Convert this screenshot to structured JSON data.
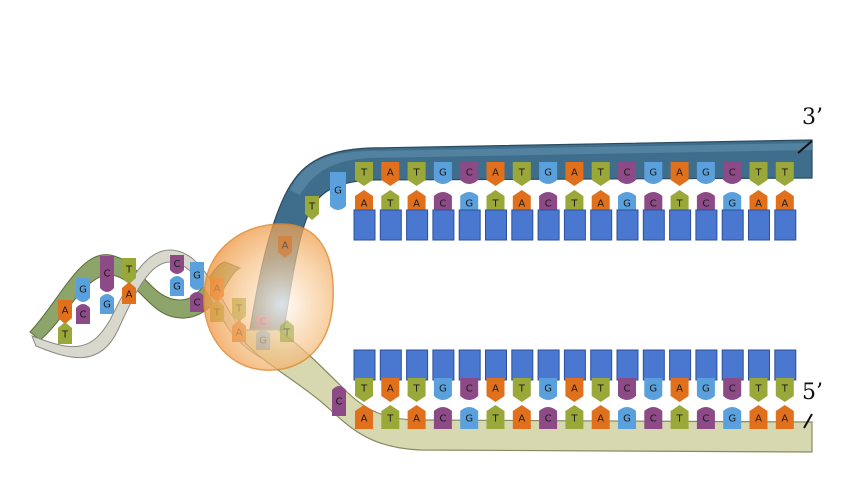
{
  "labels": {
    "three_prime": "3’",
    "five_prime": "5’"
  },
  "colors": {
    "backbone_top": "#3f6e8c",
    "backbone_bottom": "#d8d8b0",
    "backbone_green": "#8da46a",
    "backbone_grey": "#d0d0cc",
    "enzyme": "#f0a050",
    "new_strand": "#4a78d0",
    "A": "#e0701c",
    "T": "#9aa83a",
    "G": "#5aa0dc",
    "C": "#8c4a86"
  },
  "strands": {
    "top_template": [
      "T",
      "A",
      "T",
      "G",
      "C",
      "A",
      "T",
      "G",
      "A",
      "T",
      "C",
      "G",
      "A",
      "G",
      "C",
      "T",
      "T"
    ],
    "top_paired": [
      "A",
      "T",
      "A",
      "C",
      "G",
      "T",
      "A",
      "C",
      "T",
      "A",
      "G",
      "C",
      "T",
      "C",
      "G",
      "A",
      "A"
    ],
    "bottom_new": [
      "T",
      "A",
      "T",
      "G",
      "C",
      "A",
      "T",
      "G",
      "A",
      "T",
      "C",
      "G",
      "A",
      "G",
      "C",
      "T",
      "T"
    ],
    "bottom_template": [
      "A",
      "T",
      "A",
      "C",
      "G",
      "T",
      "A",
      "C",
      "T",
      "A",
      "G",
      "C",
      "T",
      "C",
      "G",
      "A",
      "A"
    ]
  },
  "fork_bases": {
    "top_unpaired": [
      "G",
      "T"
    ],
    "bottom_unpaired": [
      "C"
    ]
  },
  "helix_pairs": [
    {
      "top": "A",
      "bottom": "T"
    },
    {
      "top": "G",
      "bottom": "C"
    },
    {
      "top": "C",
      "bottom": "G"
    },
    {
      "top": "T",
      "bottom": "A"
    },
    {
      "top": "C",
      "bottom": "G"
    },
    {
      "top": "G",
      "bottom": "C"
    },
    {
      "top": "A",
      "bottom": "T"
    },
    {
      "top": "T",
      "bottom": "A"
    },
    {
      "top": "C",
      "bottom": "G"
    }
  ],
  "enzyme_bases": [
    "A",
    "T"
  ]
}
